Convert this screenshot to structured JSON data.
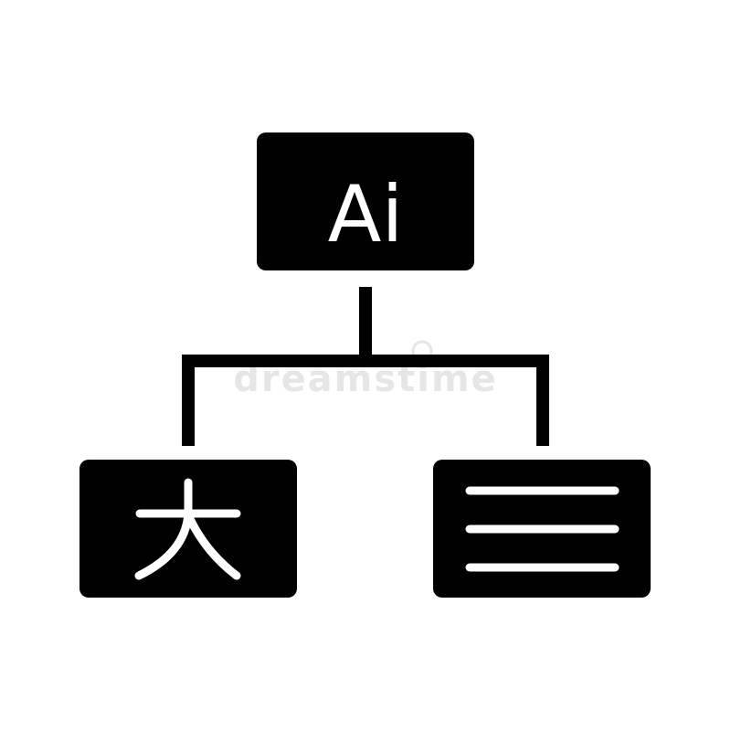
{
  "diagram": {
    "top_node": {
      "label": "Ai"
    },
    "left_node": {
      "label": "大",
      "icon": "chinese-character-icon"
    },
    "right_node": {
      "icon": "text-lines-icon"
    }
  },
  "watermark": {
    "text": "dreamstime"
  },
  "colors": {
    "foreground": "#000000",
    "background": "#ffffff",
    "inverse": "#ffffff",
    "watermark": "#e6e6e6"
  }
}
